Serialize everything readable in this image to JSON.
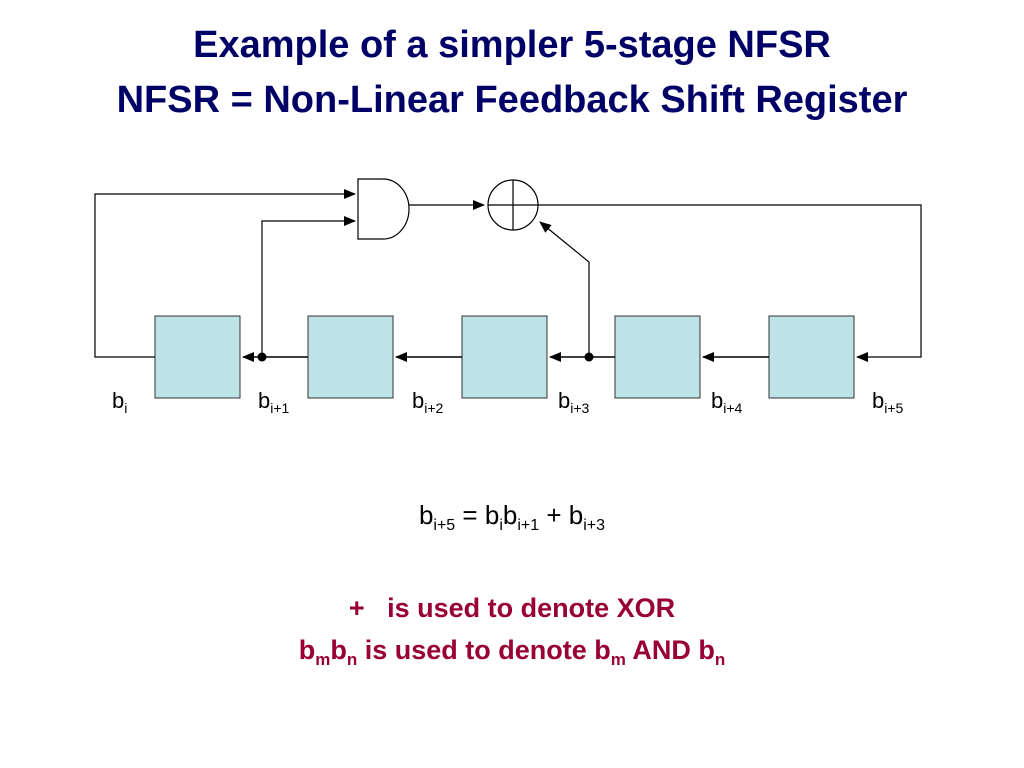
{
  "title": {
    "line1": "Example of a simpler 5-stage NFSR",
    "line2": "NFSR = Non-Linear Feedback Shift Register"
  },
  "colors": {
    "title": "#000066",
    "register_fill": "#bde3e6",
    "note": "#990033"
  },
  "registers": [
    {
      "base": "b",
      "sub": "i"
    },
    {
      "base": "b",
      "sub": "i+1"
    },
    {
      "base": "b",
      "sub": "i+2"
    },
    {
      "base": "b",
      "sub": "i+3"
    },
    {
      "base": "b",
      "sub": "i+4"
    },
    {
      "base": "b",
      "sub": "i+5"
    }
  ],
  "formula": {
    "b": "b",
    "s1": "i+5",
    "eq": " = ",
    "s2": "i",
    "s3": "i+1",
    "plus": " + ",
    "s4": "i+3"
  },
  "notes": {
    "plus_symbol": "+",
    "xor_text": "is used to denote XOR",
    "b": "b",
    "m": "m",
    "n": "n",
    "and_text1": " is used to denote  ",
    "and_word": " AND "
  }
}
